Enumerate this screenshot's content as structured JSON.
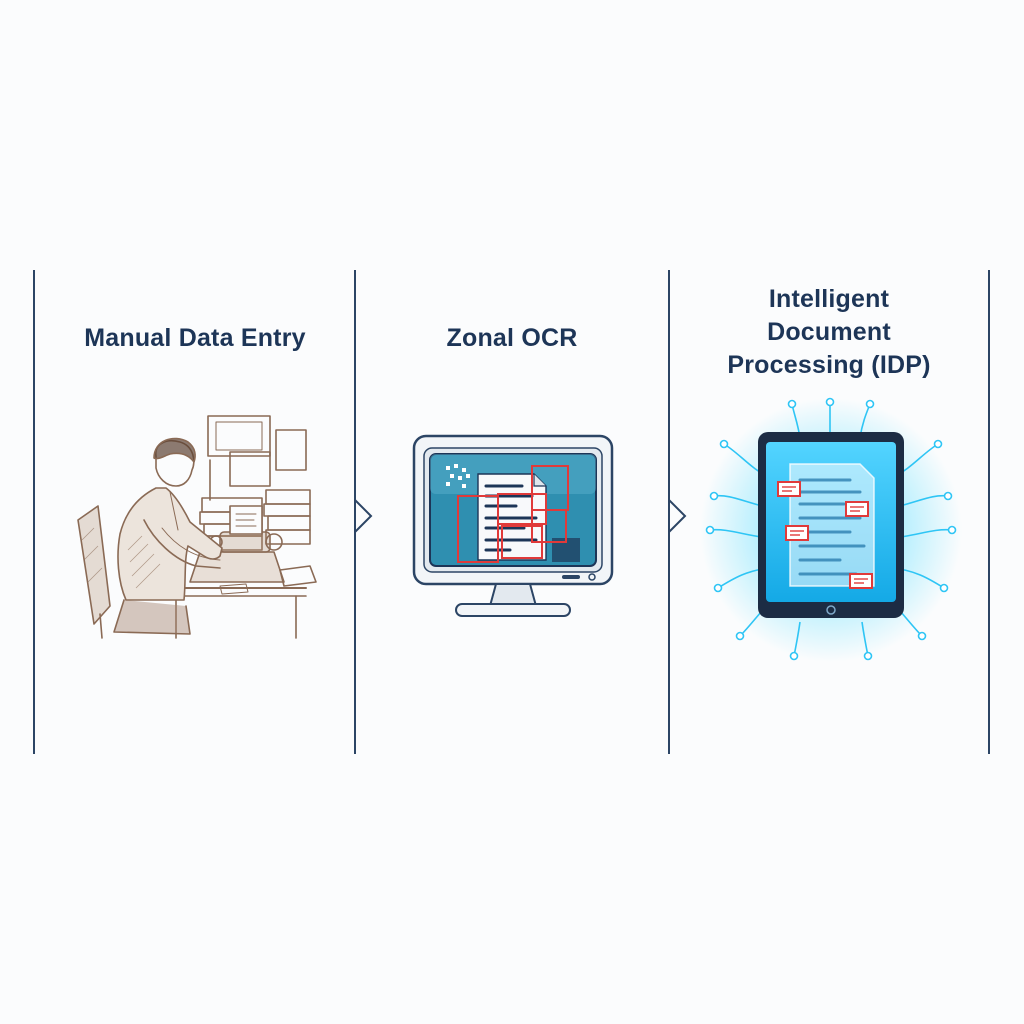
{
  "panels": [
    {
      "id": "manual",
      "title_lines": [
        "Manual Data Entry"
      ],
      "illustration_icon": "typist-at-typewriter-icon"
    },
    {
      "id": "zonal-ocr",
      "title_lines": [
        "Zonal OCR"
      ],
      "illustration_icon": "monitor-with-ocr-zones-icon"
    },
    {
      "id": "idp",
      "title_lines": [
        "Intelligent",
        "Document",
        "Processing (IDP)"
      ],
      "illustration_icon": "glowing-tablet-document-icon"
    }
  ],
  "colors": {
    "title": "#1d3557",
    "divider": "#2c4565",
    "sketch": "#8a6a55",
    "monitor_screen": "#2f8fb0",
    "ocr_zone": "#e03a3a",
    "idp_glow": "#3fd8ff",
    "tablet_frame": "#1c2c44"
  }
}
